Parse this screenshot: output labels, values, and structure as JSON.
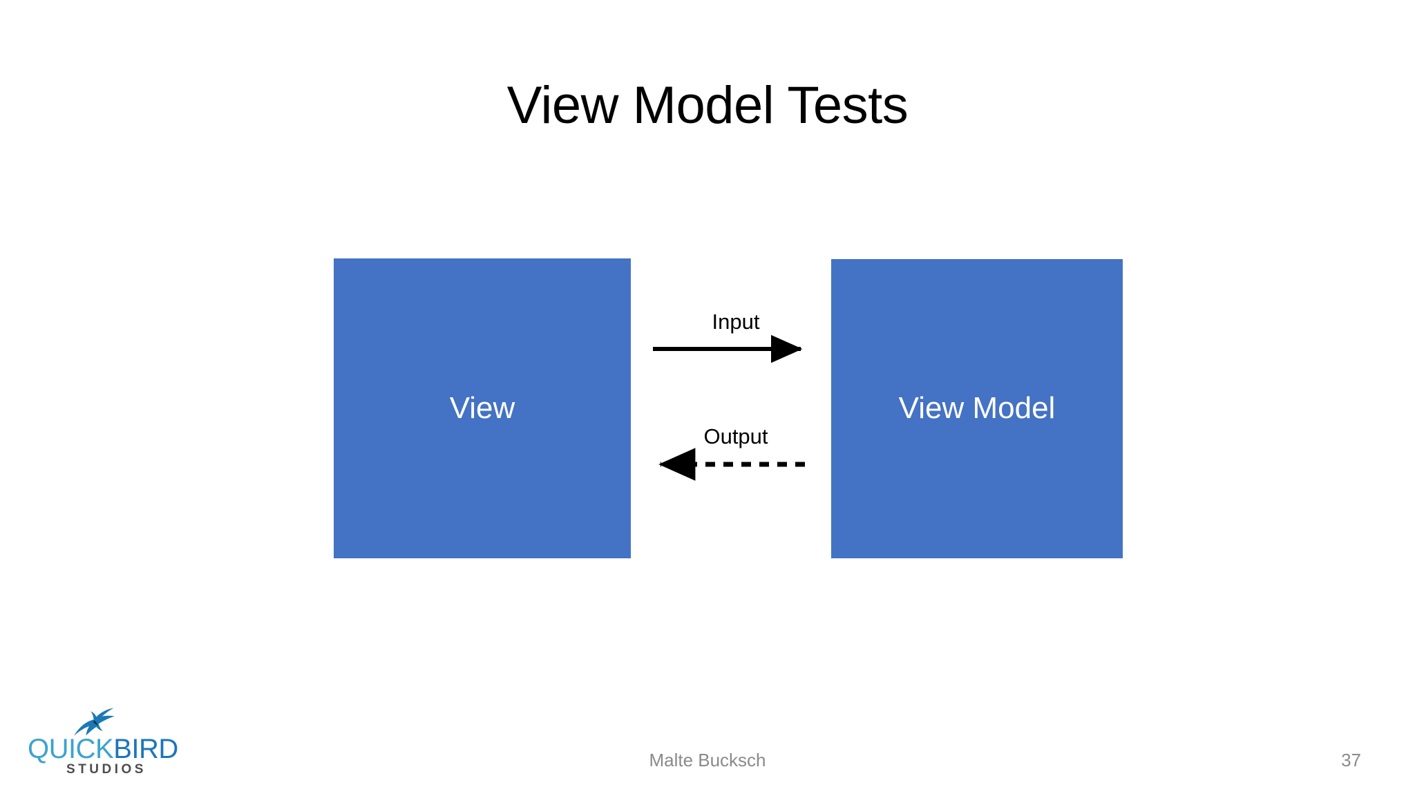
{
  "slide": {
    "title": "View Model Tests",
    "background_color": "#FFFFFF",
    "accent_color": "#4472C4"
  },
  "diagram": {
    "nodes": [
      {
        "id": "view",
        "label": "View",
        "fill": "#4472C4",
        "text_color": "#FFFFFF"
      },
      {
        "id": "view-model",
        "label": "View Model",
        "fill": "#4472C4",
        "text_color": "#FFFFFF"
      }
    ],
    "edges": [
      {
        "id": "input",
        "label": "Input",
        "from": "view",
        "to": "view-model",
        "style": "solid",
        "direction": "right",
        "color": "#000000"
      },
      {
        "id": "output",
        "label": "Output",
        "from": "view-model",
        "to": "view",
        "style": "dashed",
        "direction": "left",
        "color": "#000000"
      }
    ]
  },
  "footer": {
    "author": "Malte Bucksch",
    "page_number": "37",
    "text_color": "#8A8A8A"
  },
  "logo": {
    "word_first": "QUICK",
    "word_second": "BIRD",
    "tagline": "STUDIOS",
    "first_color": "#3BA3CF",
    "second_color": "#1B75BC",
    "tagline_color": "#4D4D4D"
  }
}
